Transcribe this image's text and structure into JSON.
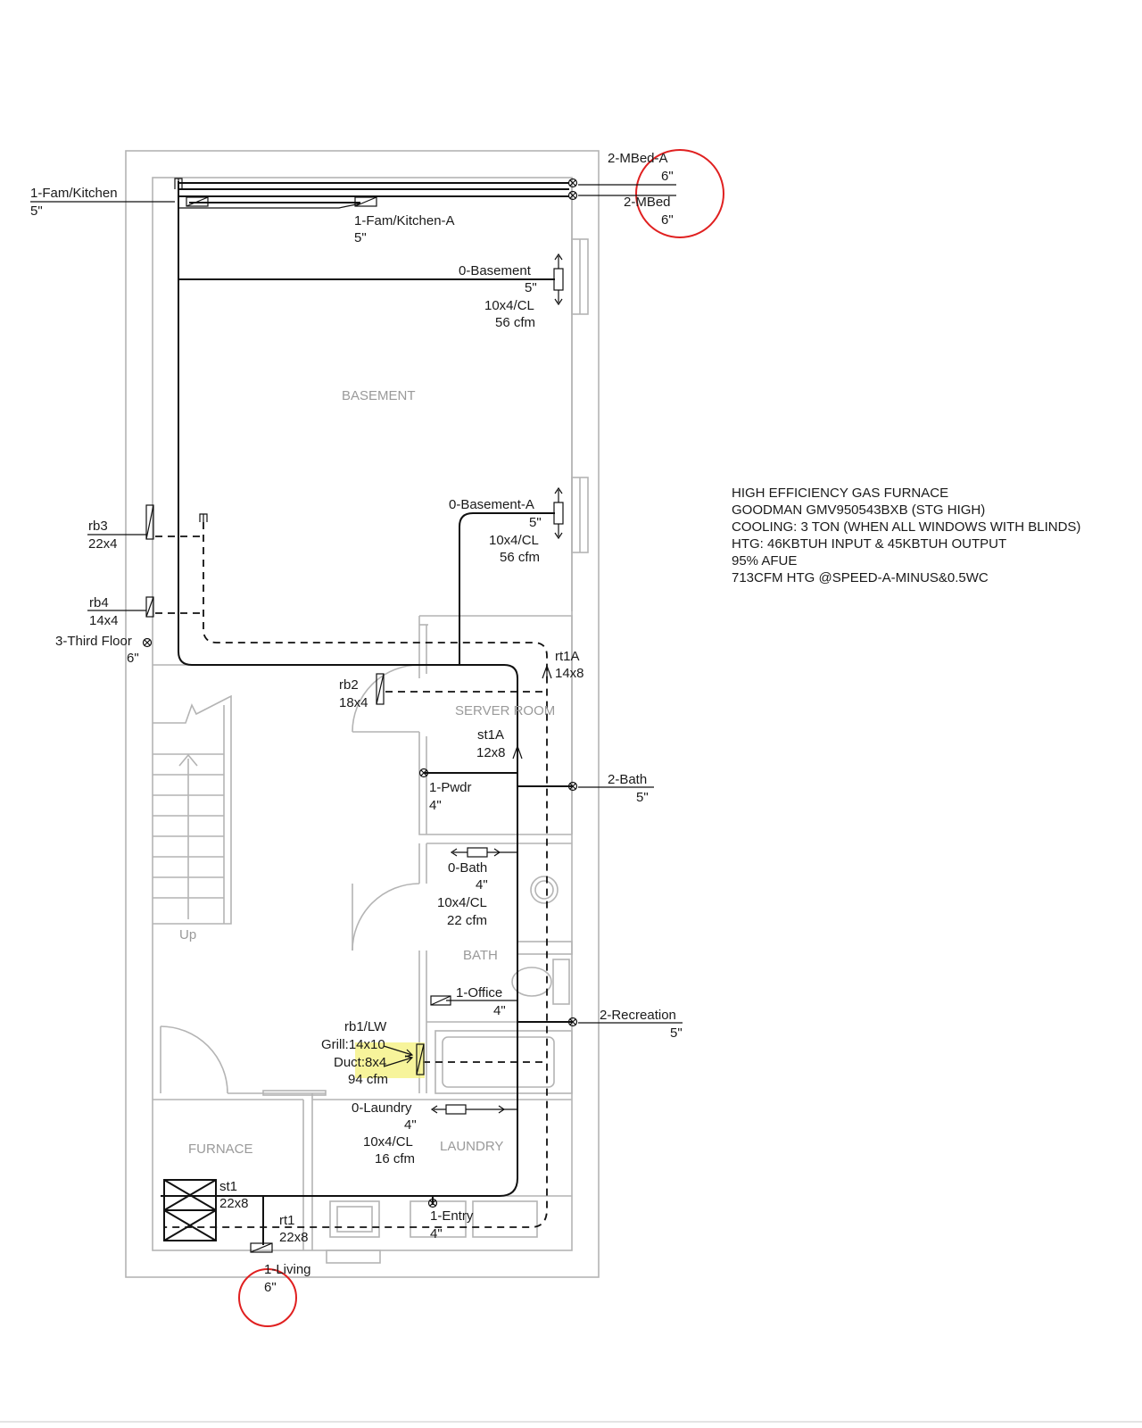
{
  "rooms": {
    "basement": "BASEMENT",
    "server_room": "SERVER ROOM",
    "bath": "BATH",
    "furnace": "FURNACE",
    "laundry": "LAUNDRY",
    "stairs_up": "Up"
  },
  "labels": {
    "fam_kitchen": {
      "name": "1-Fam/Kitchen",
      "size": "5\""
    },
    "fam_kitchen_a": {
      "name": "1-Fam/Kitchen-A",
      "size": "5\""
    },
    "mbed_a": {
      "name": "2-MBed-A",
      "size": "6\""
    },
    "mbed": {
      "name": "2-MBed",
      "size": "6\""
    },
    "basement_reg": {
      "name": "0-Basement",
      "size": "5\"",
      "grille": "10x4/CL",
      "cfm": "56 cfm"
    },
    "basement_a": {
      "name": "0-Basement-A",
      "size": "5\"",
      "grille": "10x4/CL",
      "cfm": "56 cfm"
    },
    "rb3": {
      "name": "rb3",
      "size": "22x4"
    },
    "rb4": {
      "name": "rb4",
      "size": "14x4"
    },
    "third_floor": {
      "name": "3-Third Floor",
      "size": "6\""
    },
    "rt1a": {
      "name": "rt1A",
      "size": "14x8"
    },
    "rb2": {
      "name": "rb2",
      "size": "18x4"
    },
    "st1a": {
      "name": "st1A",
      "size": "12x8"
    },
    "pwdr": {
      "name": "1-Pwdr",
      "size": "4\""
    },
    "bath2": {
      "name": "2-Bath",
      "size": "5\""
    },
    "bath0": {
      "name": "0-Bath",
      "size": "4\"",
      "grille": "10x4/CL",
      "cfm": "22 cfm"
    },
    "office": {
      "name": "1-Office",
      "size": "4\""
    },
    "recreation": {
      "name": "2-Recreation",
      "size": "5\""
    },
    "rb1": {
      "name": "rb1/LW",
      "grill": "Grill:14x10",
      "duct": "Duct:8x4",
      "cfm": "94 cfm"
    },
    "laundry0": {
      "name": "0-Laundry",
      "size": "4\"",
      "grille": "10x4/CL",
      "cfm": "16 cfm"
    },
    "st1": {
      "name": "st1",
      "size": "22x8"
    },
    "rt1": {
      "name": "rt1",
      "size": "22x8"
    },
    "entry": {
      "name": "1-Entry",
      "size": "4\""
    },
    "living": {
      "name": "1-Living",
      "size": "6\""
    }
  },
  "notes": [
    "HIGH EFFICIENCY GAS FURNACE",
    "GOODMAN GMV950543BXB (STG HIGH)",
    "COOLING: 3 TON (WHEN ALL WINDOWS WITH BLINDS)",
    "HTG: 46KBTUH INPUT & 45KBTUH OUTPUT",
    "95% AFUE",
    "713CFM HTG @SPEED-A-MINUS&0.5WC"
  ],
  "colors": {
    "markup_circle": "#e02020",
    "highlight": "#f4f07a",
    "duct": "#111111",
    "wall": "#b4b4b4"
  }
}
